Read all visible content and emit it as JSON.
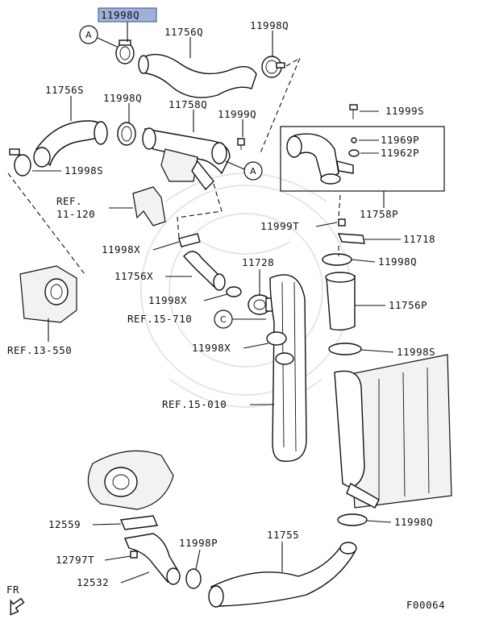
{
  "highlighted_label": "11998Q",
  "labels": {
    "l_11998Q_top": "11998Q",
    "l_11756Q": "11756Q",
    "l_11998Q_tr": "11998Q",
    "l_11756S": "11756S",
    "l_11998Q_mid": "11998Q",
    "l_11758Q": "11758Q",
    "l_11999Q": "11999Q",
    "l_11999S": "11999S",
    "l_11969P": "11969P",
    "l_11962P": "11962P",
    "l_11998S_left": "11998S",
    "l_ref_a": "REF.",
    "l_ref_b": "11-120",
    "l_11758P": "11758P",
    "l_11999T": "11999T",
    "l_11718": "11718",
    "l_11998X_a": "11998X",
    "l_11998Q_r": "11998Q",
    "l_11728": "11728",
    "l_11756X": "11756X",
    "l_11756P": "11756P",
    "l_11998X_b": "11998X",
    "l_ref_15_710": "REF.15-710",
    "l_ref_13_550": "REF.13-550",
    "l_11998X_c": "11998X",
    "l_11998S_r": "11998S",
    "l_ref_15_010": "REF.15-010",
    "l_11998Q_br": "11998Q",
    "l_12559": "12559",
    "l_11755": "11755",
    "l_12797T": "12797T",
    "l_11998P": "11998P",
    "l_12532": "12532",
    "l_fr": "FR",
    "l_fig": "F00064"
  },
  "callouts": {
    "a_top": "A",
    "a_mid": "A",
    "c": "C"
  }
}
